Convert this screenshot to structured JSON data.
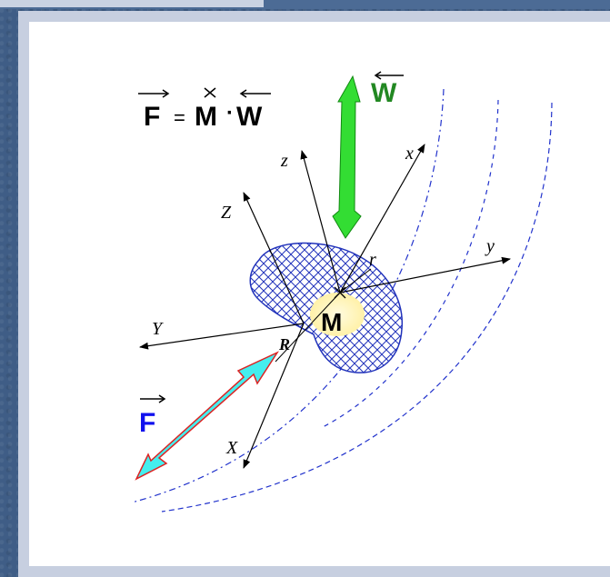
{
  "formula": {
    "lhs": "F",
    "equals": "=",
    "m": "M",
    "dot": "·",
    "rhs": "W"
  },
  "labels": {
    "w_vector": "W",
    "f_vector": "F",
    "body_center": "M",
    "axis_z_small": "z",
    "axis_x_small": "x",
    "axis_y_small": "y",
    "axis_Z_big": "Z",
    "axis_Y_big": "Y",
    "axis_X_big": "X",
    "radius_small": "r",
    "radius_big": "R"
  },
  "colors": {
    "background": "#3f5d86",
    "frame": "#c7cfe0",
    "w_arrow_fill": "#33dd33",
    "w_label": "#228822",
    "f_arrow_fill": "#44eeee",
    "f_arrow_outline": "#dd2222",
    "f_label": "#1111ee",
    "body_outline": "#2233bb",
    "body_center": "#fff8c0",
    "trajectory": "#2233cc"
  }
}
